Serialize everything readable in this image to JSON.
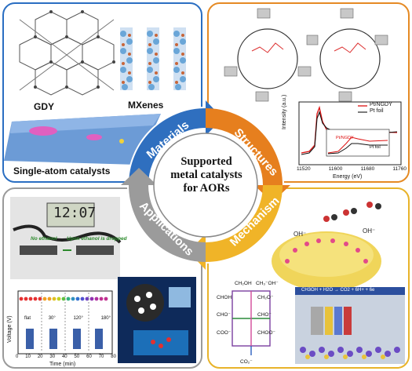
{
  "center": {
    "line1": "Supported",
    "line2": "metal catalysts",
    "line3": "for AORs"
  },
  "ring": {
    "materials": "Materials",
    "structures": "Structures",
    "mechanism": "Mechanism",
    "applications": "Applications",
    "colors": {
      "materials": "#2f6fbf",
      "structures": "#e67f1e",
      "mechanism": "#f0b428",
      "applications": "#9b9b9b"
    }
  },
  "materials": {
    "gdy": "GDY",
    "mxenes": "MXenes",
    "sac": "Single-atom catalysts"
  },
  "structures": {
    "legend1": "Pt/NGDY",
    "legend2": "Pt foil",
    "ylabel": "Intensity (a.u.)",
    "xlabel": "Energy (eV)",
    "ticks": [
      "11520",
      "11600",
      "11680",
      "11760"
    ],
    "inset_labels": {
      "a": "Pt/NGDY",
      "b": "Pt foil"
    }
  },
  "applications": {
    "clock": "12:07",
    "no_ethanol": "No ethanol",
    "upon_ethanol": "Upon ethanol is dropped",
    "ylabel": "Voltage (V)",
    "xlabel": "Time (min)",
    "xticks": [
      "0",
      "10",
      "20",
      "30",
      "40",
      "50",
      "60",
      "70",
      "80"
    ],
    "angles": [
      "flat",
      "30°",
      "120°",
      "180°"
    ]
  },
  "mechanism": {
    "pathway_top": "CH2OH",
    "eq": "CH3OH + H2O → CO2 + 6H+ + 6e"
  }
}
